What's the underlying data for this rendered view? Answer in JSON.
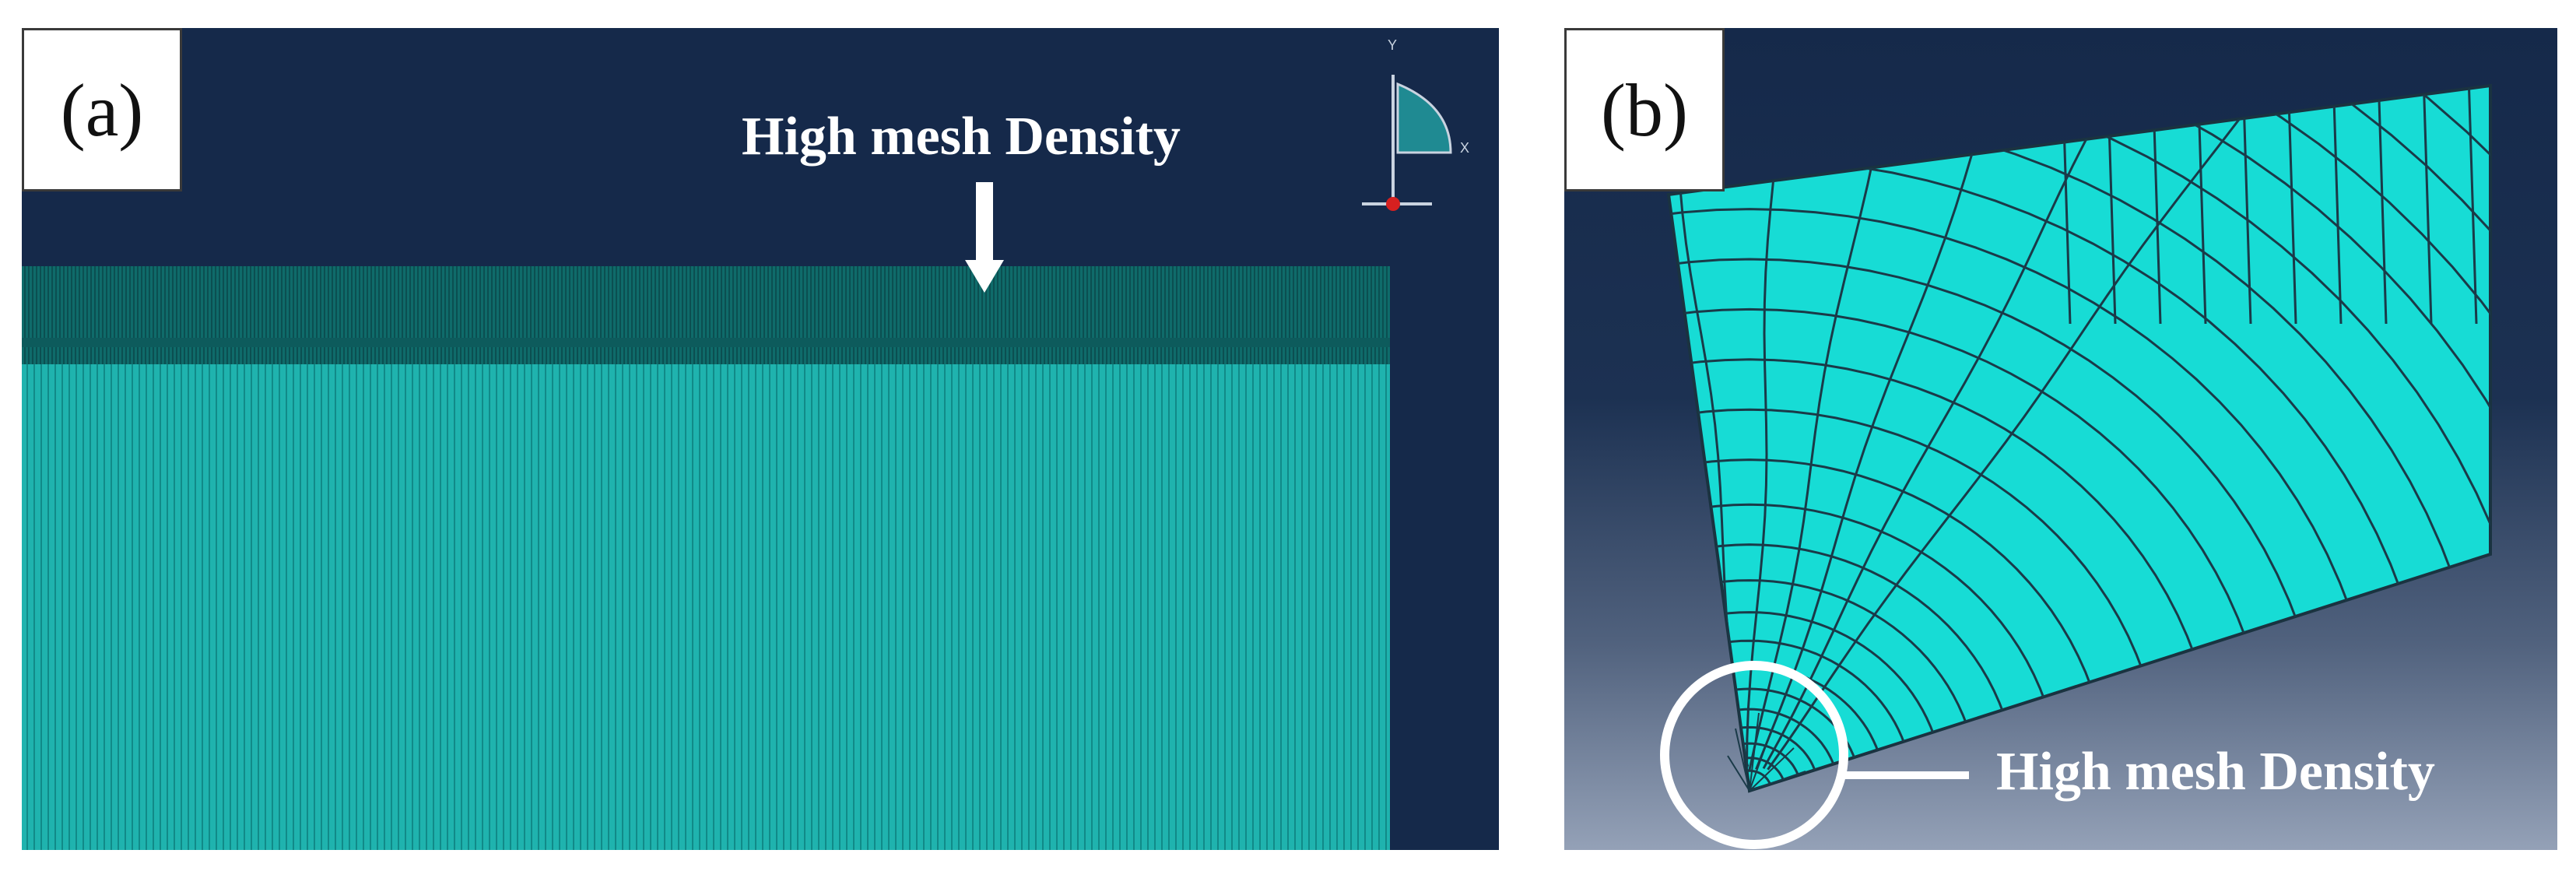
{
  "panel_a": {
    "label": "(a)",
    "annotation": "High mesh Density",
    "axis_labels": {
      "y": "Y",
      "x": "X"
    },
    "colors": {
      "background": "#15294a",
      "mesh": "#1aa8a3",
      "mesh_dense": "#0f6f6e"
    }
  },
  "panel_b": {
    "label": "(b)",
    "annotation": "High mesh Density",
    "colors": {
      "mesh_fill": "#16dcd6",
      "mesh_line": "#1a3340",
      "circle": "#ffffff"
    }
  }
}
